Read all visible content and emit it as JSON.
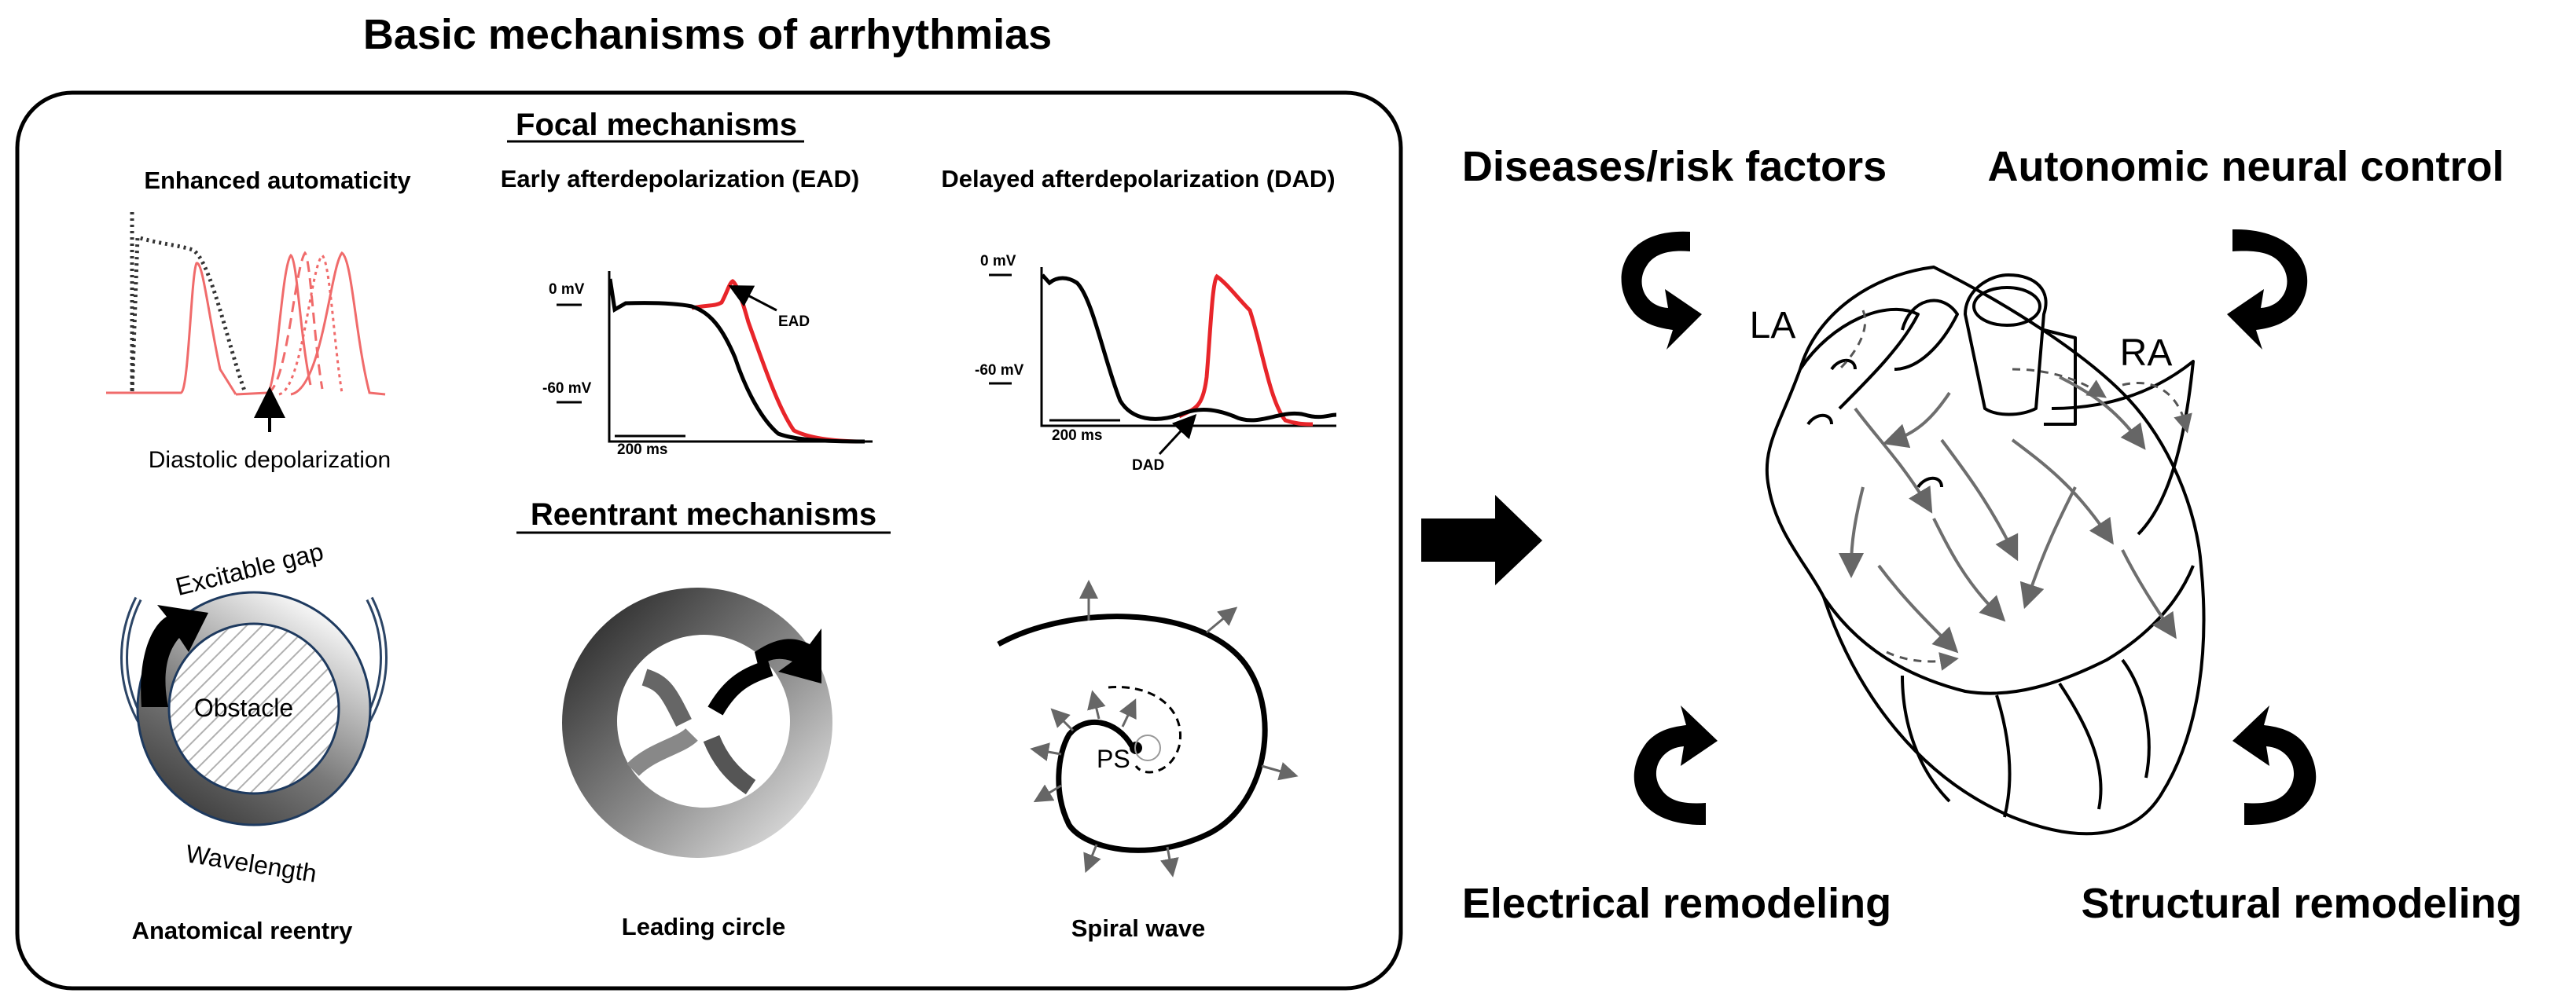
{
  "title": "Basic mechanisms of arrhythmias",
  "focal": {
    "heading": "Focal mechanisms",
    "enhanced_automaticity": {
      "title": "Enhanced automaticity",
      "caption": "Diastolic depolarization"
    },
    "ead": {
      "title": "Early afterdepolarization (EAD)",
      "v0": "0 mV",
      "v60": "-60 mV",
      "scale": "200 ms",
      "label": "EAD"
    },
    "dad": {
      "title": "Delayed afterdepolarization (DAD)",
      "v0": "0 mV",
      "v60": "-60 mV",
      "scale": "200 ms",
      "label": "DAD"
    }
  },
  "reentrant": {
    "heading": "Reentrant mechanisms",
    "anatomical": {
      "caption": "Anatomical reentry",
      "gap": "Excitable gap",
      "wavelength": "Wavelength",
      "obstacle": "Obstacle"
    },
    "leading_circle": {
      "caption": "Leading circle"
    },
    "spiral_wave": {
      "caption": "Spiral wave",
      "ps": "PS"
    }
  },
  "heart": {
    "la": "LA",
    "ra": "RA",
    "factors": {
      "diseases": "Diseases/risk factors",
      "autonomic": "Autonomic neural control",
      "electrical": "Electrical remodeling",
      "structural": "Structural remodeling"
    }
  },
  "colors": {
    "trace_red": "#e8252a",
    "automaticity_red": "#f06b6b",
    "ink": "#000000",
    "gray_arrow": "#777777"
  }
}
